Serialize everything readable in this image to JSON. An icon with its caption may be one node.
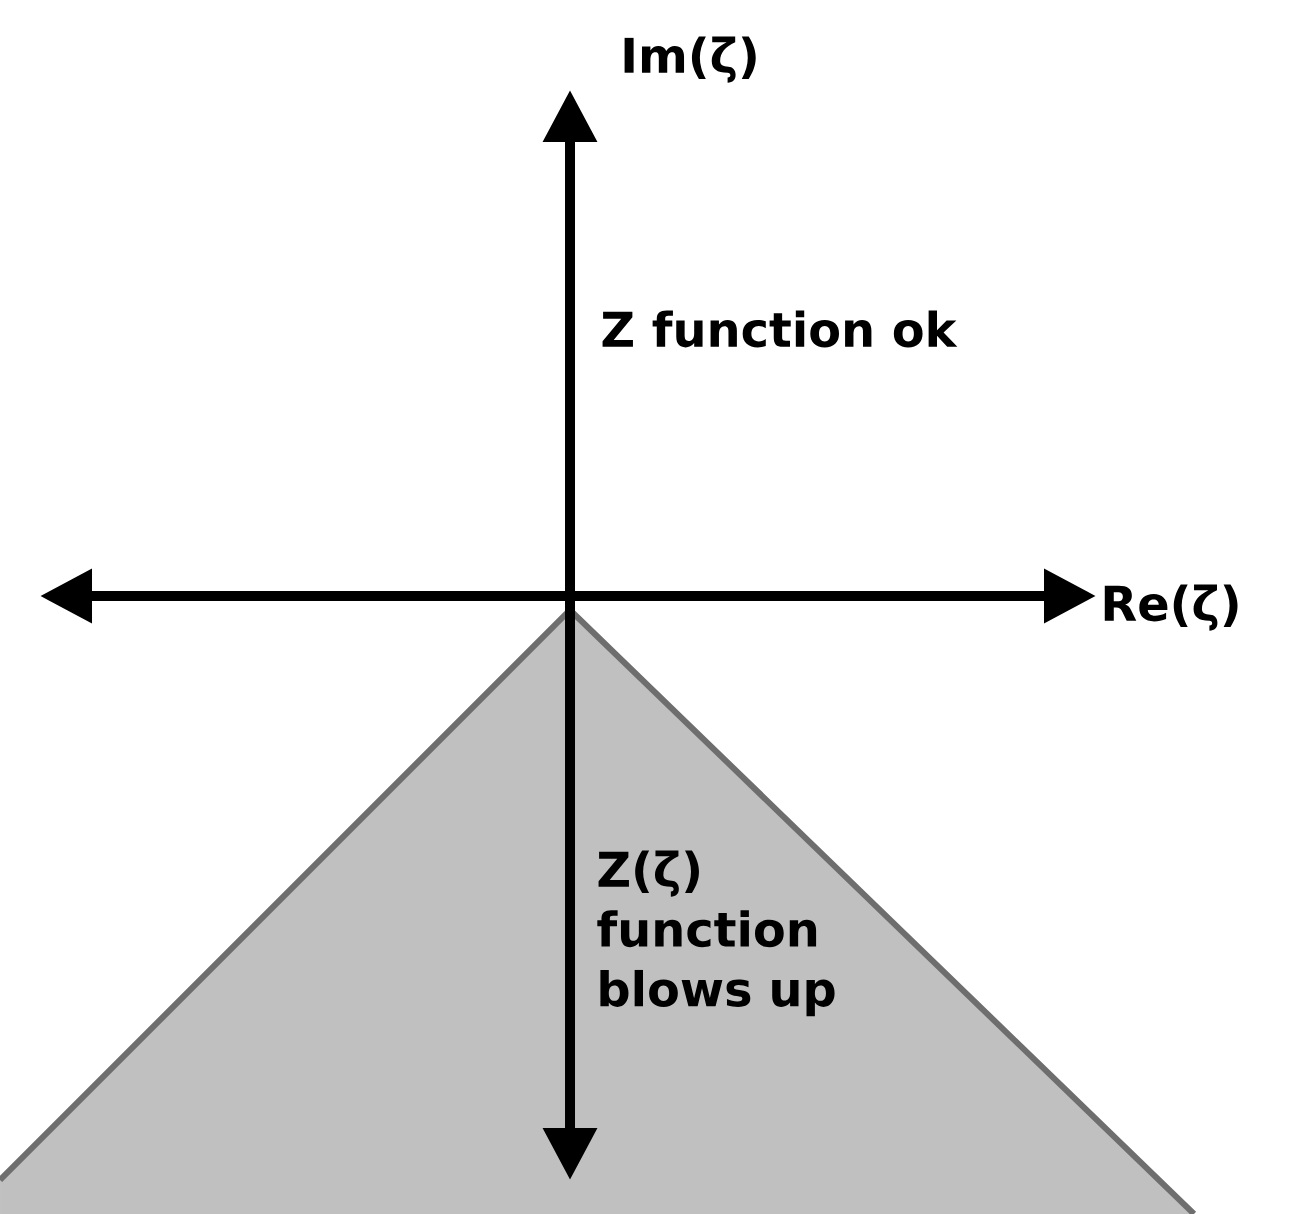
{
  "diagram": {
    "labels": [
      "Im(ζ)",
      "Z function ok",
      "Re(ζ)",
      "Z(ζ) function blows up"
    ]
  }
}
